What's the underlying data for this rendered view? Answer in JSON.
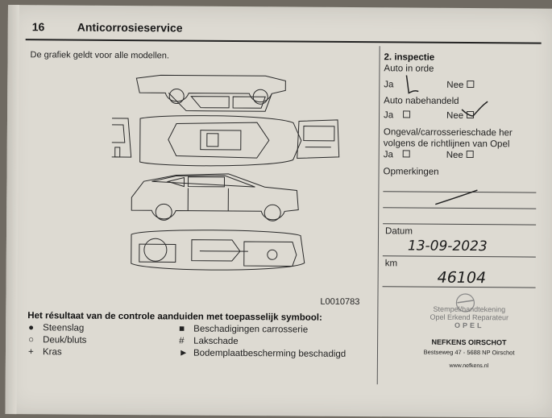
{
  "header": {
    "page_number": "16",
    "title": "Anticorrosieservice"
  },
  "left": {
    "note": "De grafiek geldt voor alle modellen.",
    "figure_code": "L0010783",
    "result_heading": "Het résultaat van de controle aanduiden met toepasselijk symbool:",
    "legend_left": [
      {
        "icon": "filled-circle-icon",
        "glyph": "●",
        "label": "Steenslag"
      },
      {
        "icon": "open-circle-icon",
        "glyph": "○",
        "label": "Deuk/bluts"
      },
      {
        "icon": "plus-icon",
        "glyph": "+",
        "label": "Kras"
      }
    ],
    "legend_right": [
      {
        "icon": "filled-square-icon",
        "glyph": "■",
        "label": "Beschadigingen carrosserie"
      },
      {
        "icon": "hash-icon",
        "glyph": "#",
        "label": "Lakschade"
      },
      {
        "icon": "triangle-right-icon",
        "glyph": "►",
        "label": "Bodemplaatbescherming beschadigd"
      }
    ]
  },
  "inspection": {
    "title": "2. inspectie",
    "q1": "Auto in orde",
    "q2": "Auto nabehandeld",
    "q3_line1": "Ongeval/carrosserieschade her",
    "q3_line2": "volgens de richtlijnen van Opel",
    "yes": "Ja",
    "no": "Nee",
    "remarks": "Opmerkingen",
    "date_label": "Datum",
    "date_value": "13-09-2023",
    "km_label": "km",
    "km_value": "46104",
    "stamp_line1": "Stempel/handtekening",
    "stamp_line2": "Opel Erkend Reparateur",
    "stamp_brand": "OPEL",
    "dealer_name": "NEFKENS OIRSCHOT",
    "dealer_address": "Bestseweg 47 - 5688 NP Oirschot",
    "dealer_web": "www.nefkens.nl"
  }
}
